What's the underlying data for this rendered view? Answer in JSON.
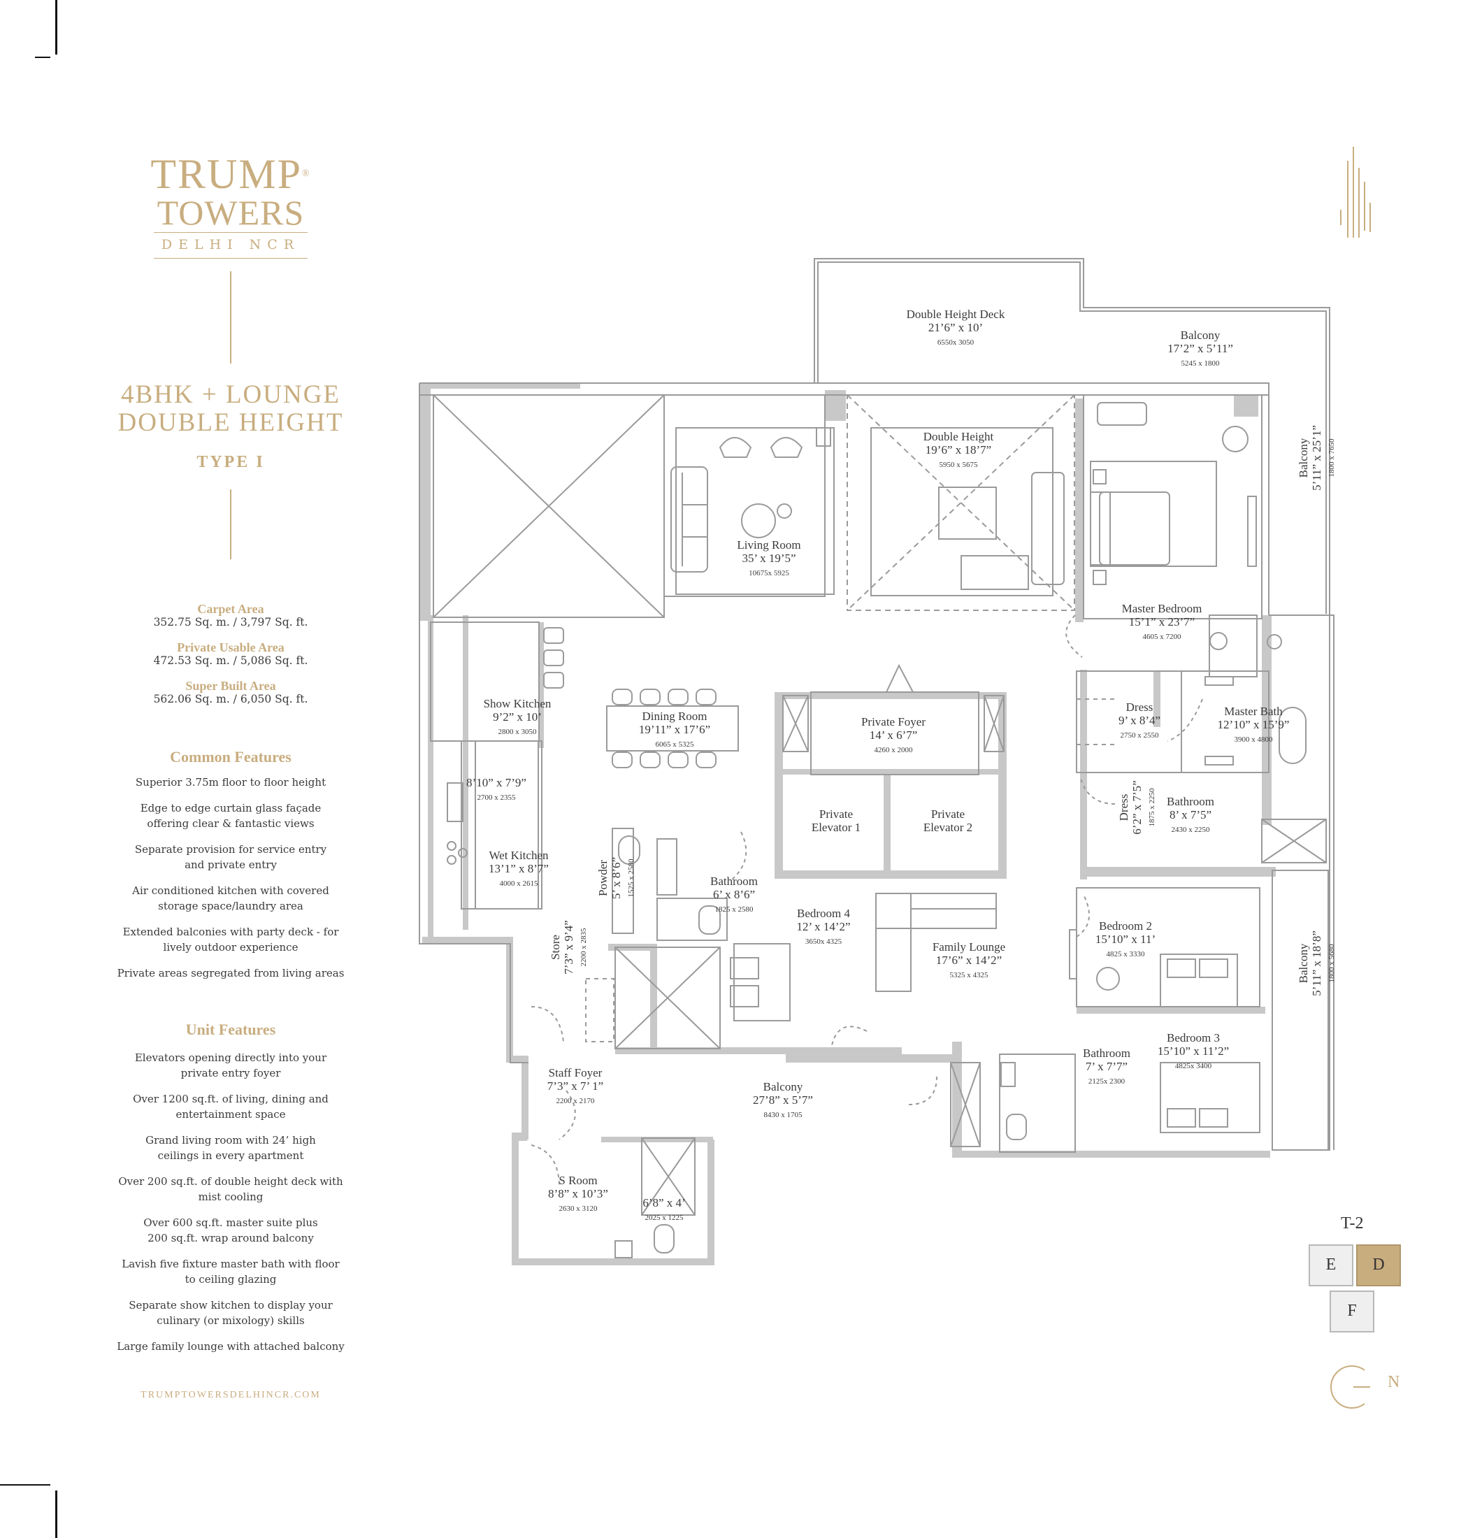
{
  "brand": {
    "line1": "TRUMP",
    "reg": "®",
    "line2": "TOWERS",
    "line3": "DELHI NCR",
    "accent_color": "#c8ad7f"
  },
  "unit": {
    "title_line1": "4BHK + LOUNGE",
    "title_line2": "DOUBLE HEIGHT",
    "type": "TYPE I"
  },
  "areas": [
    {
      "label": "Carpet Area",
      "value": "352.75 Sq. m. / 3,797 Sq. ft."
    },
    {
      "label": "Private Usable Area",
      "value": "472.53 Sq. m. / 5,086 Sq. ft."
    },
    {
      "label": "Super Built Area",
      "value": "562.06 Sq. m. / 6,050 Sq. ft."
    }
  ],
  "common_features": {
    "title": "Common Features",
    "items": [
      [
        "Superior 3.75m floor to floor height"
      ],
      [
        "Edge to edge curtain glass façade",
        "offering clear & fantastic views"
      ],
      [
        "Separate provision for service entry",
        "and private entry"
      ],
      [
        "Air conditioned kitchen with covered",
        "storage space/laundry area"
      ],
      [
        "Extended balconies with party deck - for",
        "lively outdoor experience"
      ],
      [
        "Private areas segregated from living areas"
      ]
    ]
  },
  "unit_features": {
    "title": "Unit Features",
    "items": [
      [
        "Elevators opening directly into your",
        "private entry foyer"
      ],
      [
        "Over 1200 sq.ft. of living, dining and",
        "entertainment space"
      ],
      [
        "Grand living room with 24’ high",
        "ceilings in every apartment"
      ],
      [
        "Over 200 sq.ft. of double height deck with",
        "mist cooling"
      ],
      [
        "Over 600 sq.ft. master suite plus",
        "200 sq.ft. wrap around balcony"
      ],
      [
        "Lavish five fixture master bath with floor",
        "to ceiling glazing"
      ],
      [
        "Separate show kitchen to display your",
        "culinary (or mixology) skills"
      ],
      [
        "Large family lounge with attached balcony"
      ]
    ]
  },
  "website": "TRUMPTOWERSDELHINCR.COM",
  "rooms": [
    {
      "name": "Double Height Deck",
      "dim": "21’6” x 10’",
      "mm": "6550x 3050"
    },
    {
      "name": "Balcony",
      "dim": "17’2” x 5’11”",
      "mm": "5245 x 1800"
    },
    {
      "name": "Double Height",
      "dim": "19’6” x 18’7”",
      "mm": "5950 x 5675"
    },
    {
      "name": "Living Room",
      "dim": "35’ x 19’5”",
      "mm": "10675x 5925"
    },
    {
      "name": "Master Bedroom",
      "dim": "15’1” x 23’7”",
      "mm": "4605 x 7200"
    },
    {
      "name": "Balcony",
      "dim": "5’11” x 25’1”",
      "mm": "1800 x 7650"
    },
    {
      "name": "Show Kitchen",
      "dim": "9’2” x 10’",
      "mm": "2800 x 3050"
    },
    {
      "name": "Dining Room",
      "dim": "19’11” x 17’6”",
      "mm": "6065 x 5325"
    },
    {
      "name": "Private Foyer",
      "dim": "14’ x 6’7”",
      "mm": "4260 x 2000"
    },
    {
      "name": "Dress",
      "dim": "9’ x 8’4”",
      "mm": "2750 x 2550"
    },
    {
      "name": "Master Bath",
      "dim": "12’10” x 15’9”",
      "mm": "3900 x 4800"
    },
    {
      "name": "",
      "dim": "8’10” x 7’9”",
      "mm": "2700 x 2355"
    },
    {
      "name": "Private",
      "name2": "Elevator 1"
    },
    {
      "name": "Private",
      "name2": "Elevator 2"
    },
    {
      "name": "Bathroom",
      "dim": "8’ x 7’5”",
      "mm": "2430 x 2250"
    },
    {
      "name": "Dress",
      "dim": "6’2” x 7’5”",
      "mm": "1875 x 2250"
    },
    {
      "name": "Wet Kitchen",
      "dim": "13’1” x 8’7”",
      "mm": "4000 x 2615"
    },
    {
      "name": "Powder",
      "dim": "5’ x 8’6”",
      "mm": "1525 x 2580"
    },
    {
      "name": "Bathroom",
      "dim": "6’ x 8’6”",
      "mm": "1825 x 2580"
    },
    {
      "name": "Bedroom 4",
      "dim": "12’ x 14’2”",
      "mm": "3650x 4325"
    },
    {
      "name": "Family Lounge",
      "dim": "17’6” x 14’2”",
      "mm": "5325 x 4325"
    },
    {
      "name": "Bedroom 2",
      "dim": "15’10” x 11’",
      "mm": "4825 x 3330"
    },
    {
      "name": "Balcony",
      "dim": "5’11” x 18’8”",
      "mm": "1800 x 5680"
    },
    {
      "name": "Store",
      "dim": "7’3” x 9’4”",
      "mm": "2200 x 2835"
    },
    {
      "name": "Staff Foyer",
      "dim": "7’3” x 7’ 1”",
      "mm": "2200 x 2170"
    },
    {
      "name": "Balcony",
      "dim": "27’8” x 5’7”",
      "mm": "8430 x 1705"
    },
    {
      "name": "Bathroom",
      "dim": "7’ x 7’7”",
      "mm": "2125x 2300"
    },
    {
      "name": "Bedroom 3",
      "dim": "15’10” x 11’2”",
      "mm": "4825x 3400"
    },
    {
      "name": "S Room",
      "dim": "8’8” x 10’3”",
      "mm": "2630 x 3120"
    },
    {
      "name": "",
      "dim": "6’8” x 4’",
      "mm": "2025 x 1225"
    }
  ],
  "key_plan": {
    "tower": "T-2",
    "units": [
      "E",
      "D",
      "F"
    ],
    "selected": "D"
  },
  "north": "N",
  "colors": {
    "wall": "#c8c8c8",
    "line": "#9a9a9a",
    "gold": "#c8ad7f"
  }
}
